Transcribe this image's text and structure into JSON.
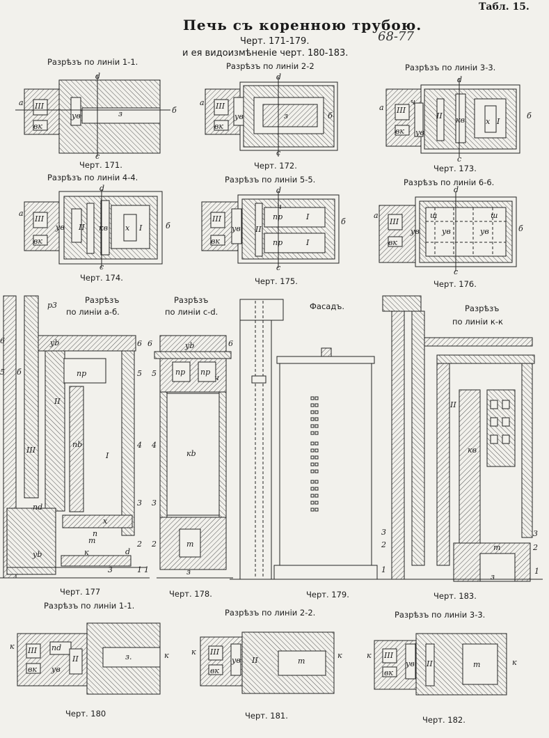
{
  "header": {
    "table_no": "Табл. 15.",
    "title": "Печь съ коренною трубою.",
    "subtitle1": "Черт. 171-179.",
    "subtitle2": "и ея видоизмѣненіе черт. 180-183.",
    "handwritten": "68-77"
  },
  "sections": {
    "s171": "Разрѣзъ по линіи 1-1.",
    "s172": "Разрѣзъ по линіи 2-2",
    "s173": "Разрѣзъ по линіи 3-3.",
    "s174": "Разрѣзъ по линіи 4-4.",
    "s175": "Разрѣзъ по линіи 5-5.",
    "s176": "Разрѣзъ по линіи 6-6.",
    "s177a": "Разрѣзъ",
    "s177b": "по линіи а-б.",
    "s178a": "Разрѣзъ",
    "s178b": "по линіи с-d.",
    "s179": "Фасадъ.",
    "s183a": "Разрѣзъ",
    "s183b": "по линіи к-к",
    "s180": "Разрѣзъ по линіи 1-1.",
    "s181": "Разрѣзъ по линіи 2-2.",
    "s182": "Разрѣзъ по линіи 3-3."
  },
  "captions": {
    "c171": "Черт. 171.",
    "c172": "Черт. 172.",
    "c173": "Черт. 173.",
    "c174": "Черт. 174.",
    "c175": "Черт. 175.",
    "c176": "Черт. 176.",
    "c177": "Черт. 177",
    "c178": "Черт. 178.",
    "c179": "Черт. 179.",
    "c183": "Черт. 183.",
    "c180": "Черт. 180",
    "c181": "Черт. 181.",
    "c182": "Черт. 182."
  },
  "labels": {
    "a": "а",
    "b": "б",
    "d": "d",
    "c": "c",
    "III": "III",
    "II": "II",
    "I": "I",
    "ug": "ув",
    "vk": "вк",
    "z": "з",
    "b_small": "б",
    "ch": "ч",
    "x": "х",
    "kv": "кв",
    "pr": "пр",
    "sh": "ш",
    "r3": "р3",
    "yb": "уb",
    "kb": "кb",
    "pb": "пb",
    "nd": "пd",
    "n": "п",
    "t": "т",
    "k": "к",
    "ko": "кв",
    "n1": "1",
    "n2": "2",
    "n3": "3",
    "n4": "4",
    "n5": "5",
    "n6": "6",
    "kk": "к",
    "z3": "з",
    "z3b": "з."
  }
}
